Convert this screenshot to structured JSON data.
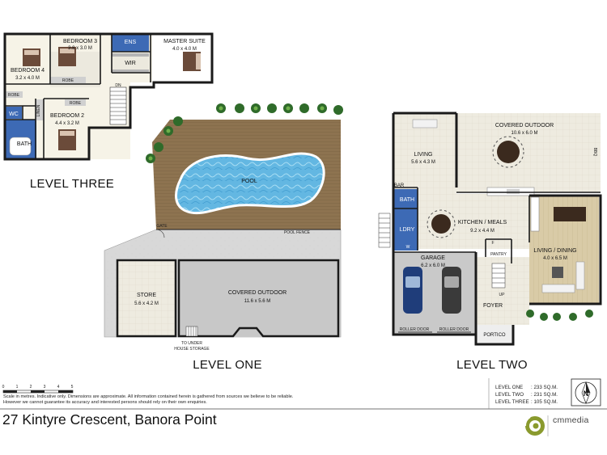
{
  "colors": {
    "wall": "#1a1a1a",
    "floor_cream": "#f6f3e7",
    "floor_tile": "#ece9de",
    "wet_blue": "#3d6ab5",
    "concrete": "#d9d9d9",
    "garage": "#c9c9c9",
    "deck": "#8a6f4e",
    "pool_blue": "#5fb3df",
    "dining_wood": "#d8c9a4",
    "brand_green": "#8a9a2e"
  },
  "level_three": {
    "heading": "LEVEL THREE",
    "rooms": [
      {
        "name": "BEDROOM 3",
        "size": "3.8 x 3.0 M"
      },
      {
        "name": "ENS",
        "size": ""
      },
      {
        "name": "MASTER SUITE",
        "size": "4.0 x 4.0 M"
      },
      {
        "name": "WIR",
        "size": ""
      },
      {
        "name": "BEDROOM 4",
        "size": "3.2 x 4.0 M"
      },
      {
        "name": "ROBE",
        "size": ""
      },
      {
        "name": "DN",
        "size": ""
      },
      {
        "name": "ROBE",
        "size": ""
      },
      {
        "name": "ROBE",
        "size": ""
      },
      {
        "name": "WC",
        "size": ""
      },
      {
        "name": "LINEN",
        "size": ""
      },
      {
        "name": "BEDROOM 2",
        "size": "4.4 x 3.2 M"
      },
      {
        "name": "BATH",
        "size": ""
      }
    ]
  },
  "level_one": {
    "heading": "LEVEL ONE",
    "pool": "POOL",
    "gate": "GATE",
    "pool_fence": "POOL FENCE",
    "store": {
      "name": "STORE",
      "size": "5.6 x 4.2 M"
    },
    "covered_outdoor": {
      "name": "COVERED OUTDOOR",
      "size": "11.6 x 5.6 M"
    },
    "under_house_line1": "TO UNDER",
    "under_house_line2": "HOUSE STORAGE"
  },
  "level_two": {
    "heading": "LEVEL TWO",
    "covered_outdoor": {
      "name": "COVERED OUTDOOR",
      "size": "10.6 x 6.0 M"
    },
    "bbq": "BBQ",
    "living": {
      "name": "LIVING",
      "size": "5.6 x 4.3 M"
    },
    "bar": "BAR",
    "bath": "BATH",
    "laundry": "LDRY",
    "w": "W",
    "kitchen": {
      "name": "KITCHEN / MEALS",
      "size": "9.2 x 4.4 M"
    },
    "fridge": "F",
    "pantry": "PANTRY",
    "living_dining": {
      "name": "LIVING / DINING",
      "size": "4.0 x 6.5 M"
    },
    "garage": {
      "name": "GARAGE",
      "size": "6.2 x 6.0 M"
    },
    "up": "UP",
    "foyer": "FOYER",
    "portico": "PORTICO",
    "roller_door": "ROLLER DOOR"
  },
  "scale": {
    "ticks": [
      "0",
      "1",
      "2",
      "3",
      "4",
      "5"
    ]
  },
  "footer": {
    "disclaimer": "Scale in metres.  Indicative only.  Dimensions are approximate.  All information contained herein is gathered from sources we believe to be reliable.  However we cannot guarantee its accuracy and interested persons should rely on their own enquiries.",
    "address": "27 Kintyre Crescent, Banora Point",
    "areas": [
      {
        "label": "LEVEL ONE",
        "value": ": 233 SQ.M."
      },
      {
        "label": "LEVEL TWO",
        "value": ": 231 SQ.M."
      },
      {
        "label": "LEVEL THREE",
        "value": ": 105 SQ.M."
      }
    ],
    "compass": "N",
    "brand": "cmmedia"
  }
}
